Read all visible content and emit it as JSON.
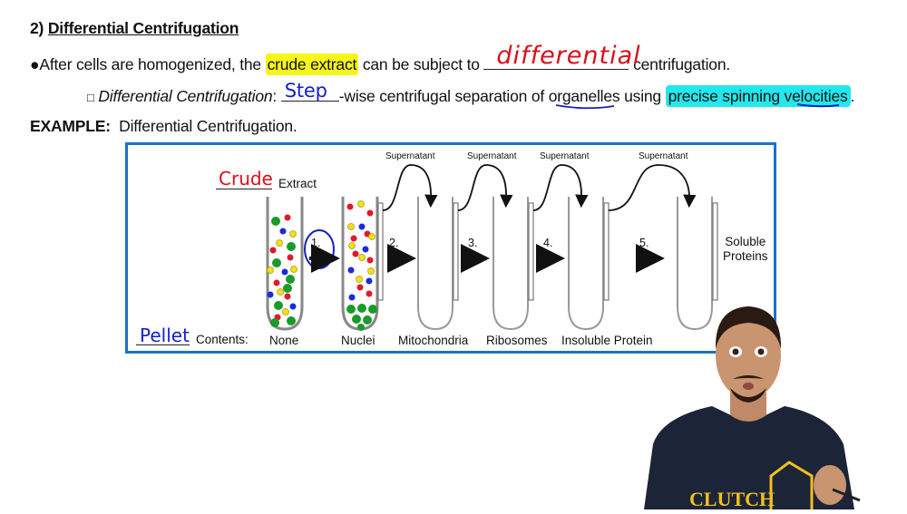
{
  "heading": {
    "number": "2)",
    "title": "Differential Centrifugation"
  },
  "bullet": {
    "marker": "●",
    "text_before": "After cells are homogenized, the ",
    "highlight": "crude extract",
    "text_middle": " can be subject to ",
    "blank_answer": "differential",
    "text_after": " centrifugation.",
    "highlight_color": "#f5f51a",
    "handwriting_color": "#d8101a"
  },
  "sub_bullet": {
    "marker": "□",
    "term": "Differential Centrifugation",
    "colon": ":",
    "blank_answer": "Step",
    "text_after_blank": "-wise centrifugal separation of ",
    "underlined_word": "organelles",
    "text_using": " using ",
    "highlight": "precise spinning velocities",
    "period": ".",
    "highlight_color": "#22e8ee",
    "handwriting_color": "#1520c8"
  },
  "example": {
    "label": "EXAMPLE:",
    "text": "Differential Centrifugation."
  },
  "diagram": {
    "border_color": "#1a73c3",
    "crude_blank": "Crude",
    "extract_label": "Extract",
    "pellet_blank": "Pellet",
    "contents_label": "Contents:",
    "supernatant_labels": [
      "Supernatant",
      "Supernatant",
      "Supernatant",
      "Supernatant"
    ],
    "steps": [
      "1.",
      "2.",
      "3.",
      "4.",
      "5."
    ],
    "pellet_contents": [
      "None",
      "Nuclei",
      "Mitochondria",
      "Ribosomes",
      "Insoluble Protein"
    ],
    "final_label_line1": "Soluble",
    "final_label_line2": "Proteins",
    "particle_colors": {
      "green": "#1a9a2a",
      "red": "#e01a2a",
      "blue": "#1a2ae0",
      "yellow": "#f0e020"
    }
  },
  "presenter": {
    "shirt_text": "CLUTCH",
    "shirt_color": "#1c2438",
    "logo_color": "#f2c01e"
  }
}
